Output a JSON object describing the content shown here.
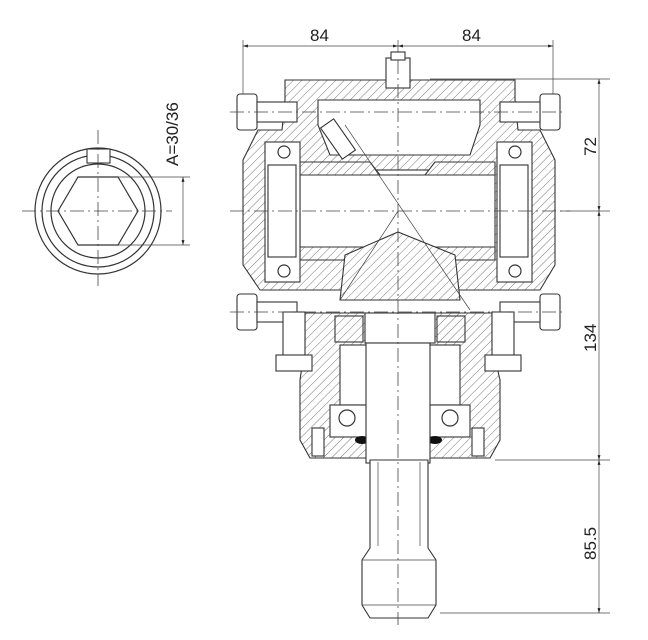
{
  "dimensions": {
    "top_left_width": "84",
    "top_right_width": "84",
    "upper_height": "72",
    "lower_height": "134",
    "shaft_length": "85.5",
    "shaft_size": "A=30/36"
  },
  "colors": {
    "line": "#333333",
    "background": "#ffffff"
  }
}
